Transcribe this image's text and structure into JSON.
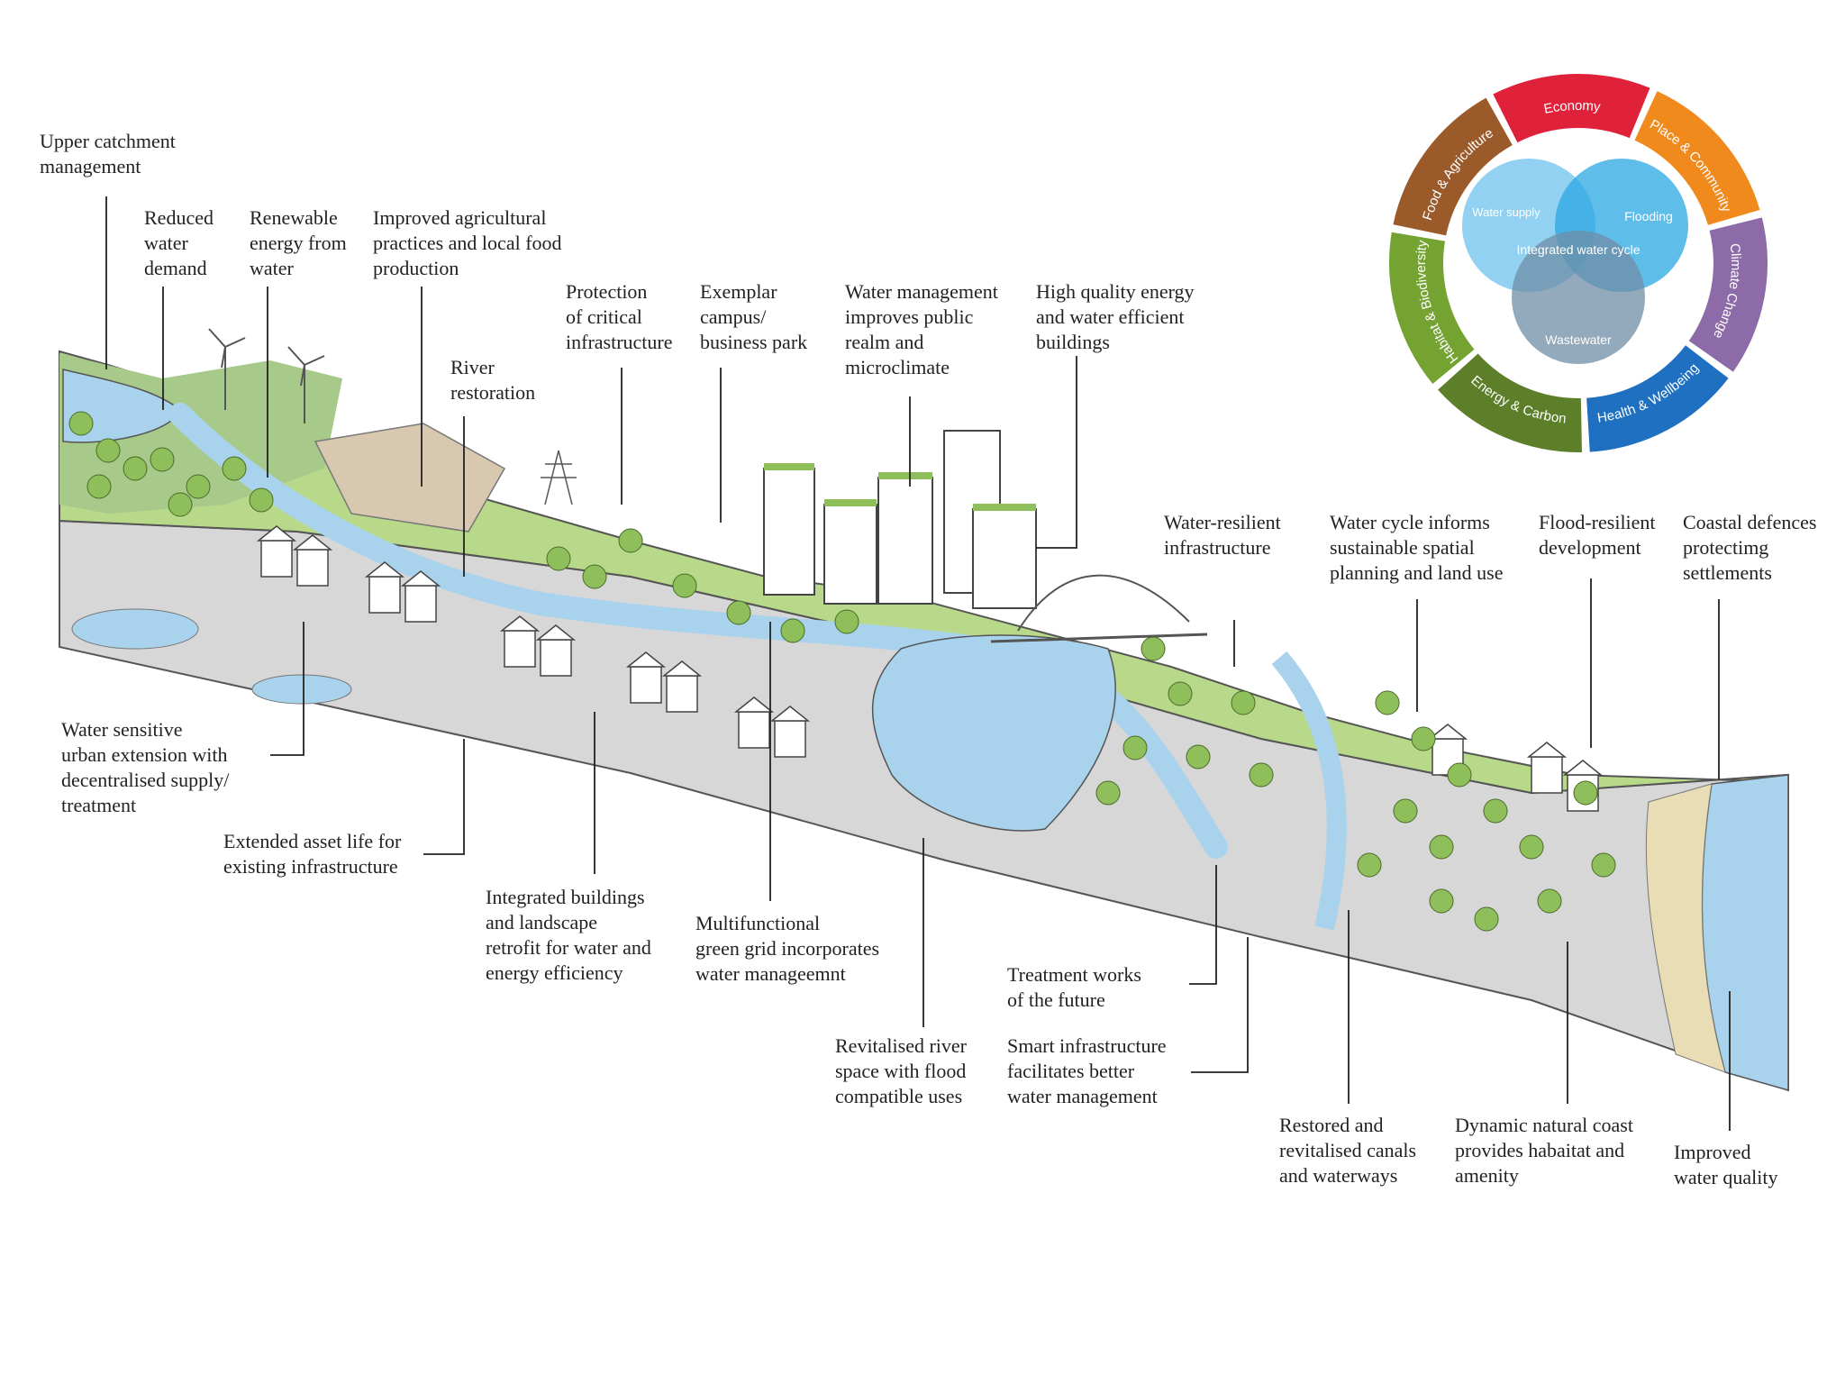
{
  "diagram": {
    "colors": {
      "water": "#a9d3ec",
      "green": "#b9d98a",
      "tree": "#8fbf5a",
      "ground": "#d7d7d7",
      "line": "#222222"
    },
    "wheel": {
      "segments": [
        {
          "label": "Economy",
          "color": "#e0213a"
        },
        {
          "label": "Place & Community",
          "color": "#f08a1c"
        },
        {
          "label": "Climate Change",
          "color": "#8d6aa8"
        },
        {
          "label": "Health & Wellbeing",
          "color": "#1f70c1"
        },
        {
          "label": "Energy & Carbon",
          "color": "#5d7f2a"
        },
        {
          "label": "Habitat & Biodiversity",
          "color": "#74a332"
        },
        {
          "label": "Food & Agriculture",
          "color": "#9b5a2a"
        }
      ],
      "circles": {
        "water_supply": "Water supply",
        "flooding": "Flooding",
        "wastewater": "Wastewater",
        "center": "Integrated water cycle"
      }
    },
    "labels": [
      {
        "id": "upper-catchment",
        "text": "Upper catchment\nmanagement"
      },
      {
        "id": "reduced-water-demand",
        "text": "Reduced\nwater\ndemand"
      },
      {
        "id": "renewable-energy",
        "text": "Renewable\nenergy from\nwater"
      },
      {
        "id": "improved-agricultural",
        "text": "Improved agricultural\npractices and local food\nproduction"
      },
      {
        "id": "river-restoration",
        "text": "River\nrestoration"
      },
      {
        "id": "protection-critical",
        "text": "Protection\nof critical\ninfrastructure"
      },
      {
        "id": "exemplar-campus",
        "text": "Exemplar\ncampus/\nbusiness park"
      },
      {
        "id": "water-management-realm",
        "text": "Water management\nimproves public\nrealm  and\nmicroclimate"
      },
      {
        "id": "high-quality-buildings",
        "text": "High quality energy\nand water efficient\nbuildings"
      },
      {
        "id": "water-resilient-infra",
        "text": "Water-resilient\ninfrastructure"
      },
      {
        "id": "water-cycle-planning",
        "text": "Water cycle informs\nsustainable spatial\nplanning and land use"
      },
      {
        "id": "flood-resilient",
        "text": "Flood-resilient\ndevelopment"
      },
      {
        "id": "coastal-defences",
        "text": "Coastal defences\nprotectimg\nsettlements"
      },
      {
        "id": "water-sensitive-urban",
        "text": "Water sensitive\nurban extension with\ndecentralised supply/\ntreatment"
      },
      {
        "id": "extended-asset-life",
        "text": "Extended asset life for\nexisting infrastructure"
      },
      {
        "id": "integrated-buildings",
        "text": "Integrated buildings\nand landscape\nretrofit for water and\nenergy efficiency"
      },
      {
        "id": "multifunctional-grid",
        "text": "Multifunctional\ngreen grid incorporates\nwater manageemnt"
      },
      {
        "id": "treatment-works",
        "text": "Treatment works\nof the future"
      },
      {
        "id": "revitalised-river",
        "text": "Revitalised river\nspace with flood\ncompatible uses"
      },
      {
        "id": "smart-infrastructure",
        "text": "Smart infrastructure\nfacilitates better\nwater management"
      },
      {
        "id": "restored-canals",
        "text": "Restored and\nrevitalised canals\nand waterways"
      },
      {
        "id": "dynamic-coast",
        "text": "Dynamic natural coast\nprovides habaitat and\namenity"
      },
      {
        "id": "improved-water-quality",
        "text": "Improved\nwater quality"
      }
    ]
  }
}
